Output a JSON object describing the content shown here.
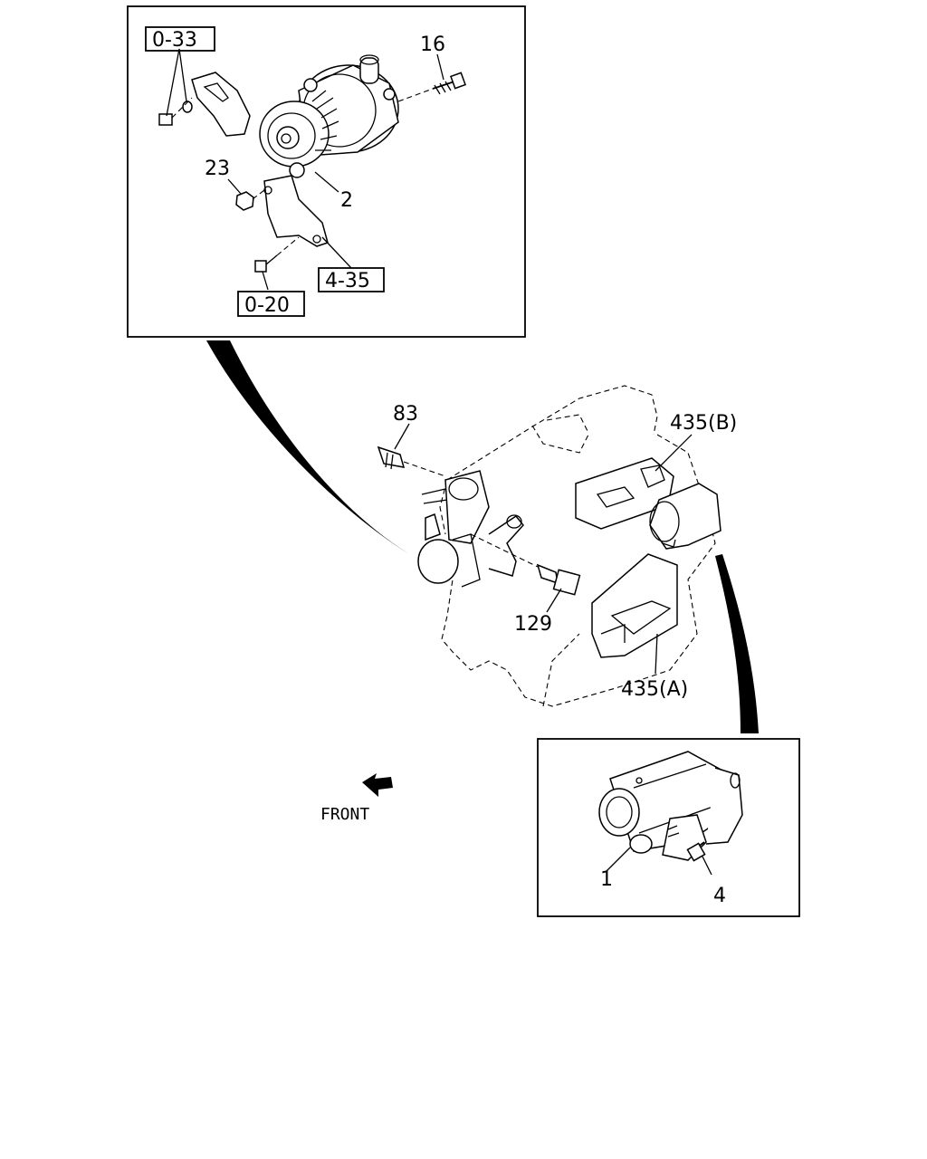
{
  "callouts": {
    "ref_0_33": "0-33",
    "num_16": "16",
    "num_23": "23",
    "num_2": "2",
    "ref_4_35": "4-35",
    "ref_0_20": "0-20",
    "num_83": "83",
    "num_435b": "435(B)",
    "num_129": "129",
    "num_435a": "435(A)",
    "num_1": "1",
    "num_4": "4"
  },
  "front_label": "FRONT",
  "icons": {
    "front_arrow": "front-arrow-icon"
  }
}
